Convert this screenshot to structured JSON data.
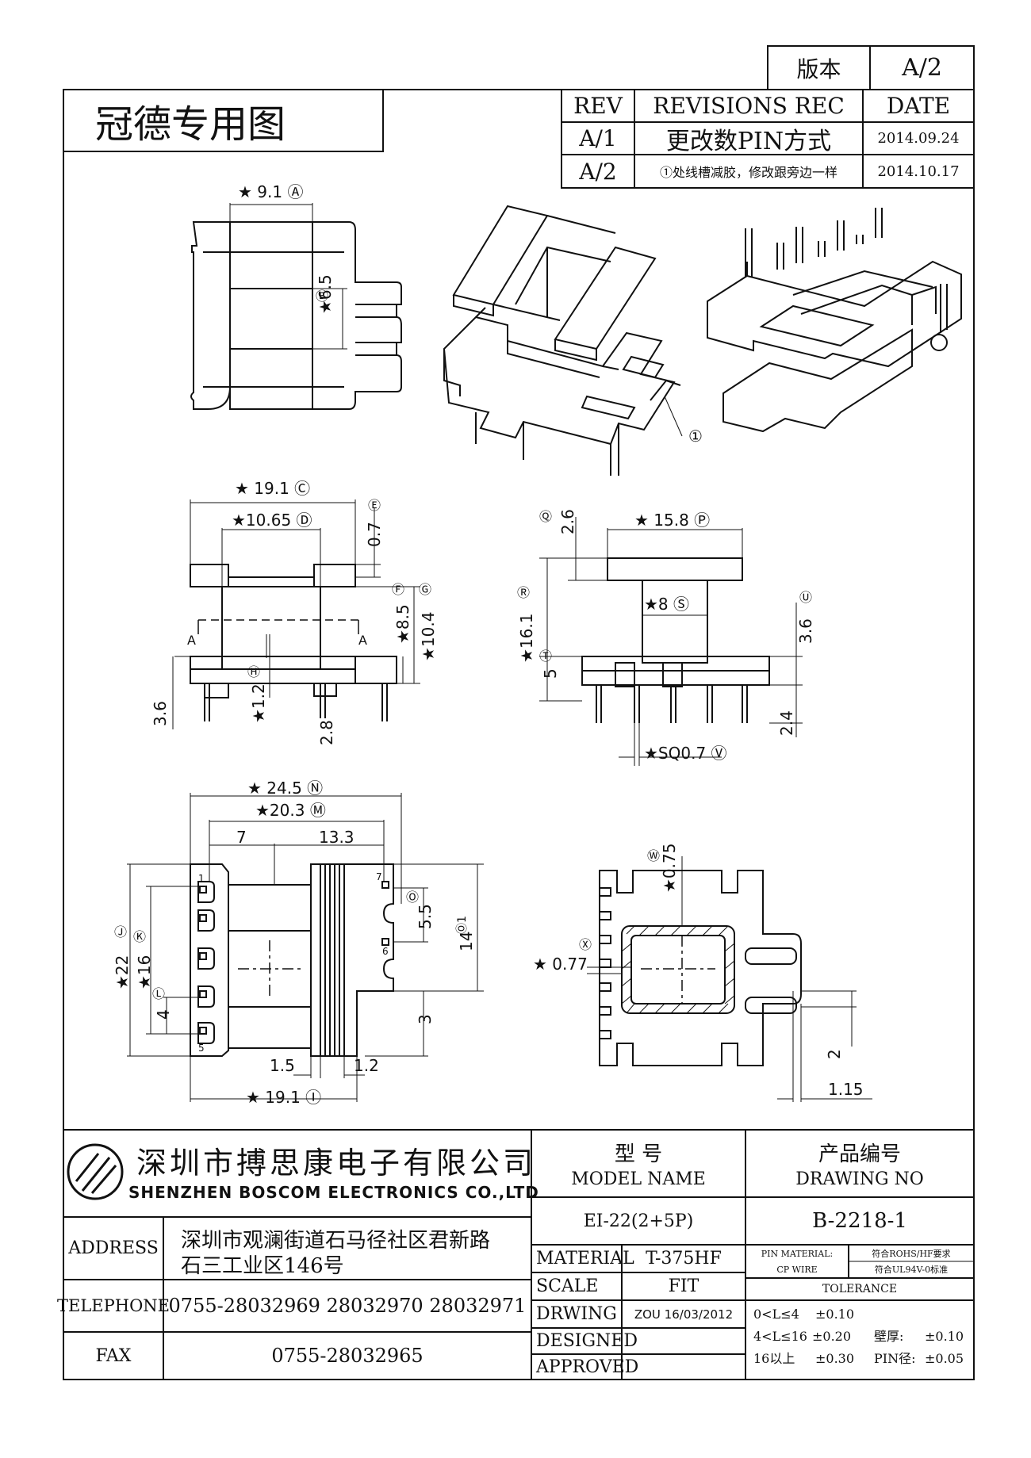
{
  "version_block": {
    "label": "版本",
    "value": "A/2"
  },
  "stamp": "冠德专用图",
  "revisions": {
    "headers": {
      "rev": "REV",
      "rec": "REVISIONS REC",
      "date": "DATE"
    },
    "rows": [
      {
        "rev": "A/1",
        "rec": "更改数PIN方式",
        "date": "2014.09.24"
      },
      {
        "rev": "A/2",
        "rec": "①处线槽减胶，修改跟旁边一样",
        "date": "2014.10.17"
      }
    ]
  },
  "dims": {
    "a": "★ 9.1 Ⓐ",
    "b": "Ⓑ",
    "b_val": "★6.5",
    "c": "★ 19.1 Ⓒ",
    "d": "★10.65 Ⓓ",
    "e": "Ⓔ",
    "e_val": "0.7",
    "f": "Ⓕ",
    "f_val": "★8.5",
    "g": "Ⓖ",
    "g_val": "★10.4",
    "h": "Ⓗ",
    "h_val": "★1.2",
    "left36": "3.6",
    "left28": "2.8",
    "section_a": "A",
    "q": "Ⓠ",
    "q_val": "2.6",
    "p": "★ 15.8 Ⓟ",
    "r": "Ⓡ",
    "r_val": "★16.1",
    "s": "★8 Ⓢ",
    "t": "Ⓣ",
    "t_val": "5",
    "u": "Ⓤ",
    "u_val": "3.6",
    "v24": "2.4",
    "v": "★SQ0.7 Ⓥ",
    "n": "★ 24.5 Ⓝ",
    "m": "★20.3 Ⓜ",
    "seven": "7",
    "thirteen3": "13.3",
    "j": "Ⓙ",
    "j_val": "★22",
    "k": "Ⓚ",
    "k_val": "★16",
    "l": "Ⓛ",
    "l_val": "4",
    "o": "Ⓞ",
    "o_val": "5.5",
    "o1": "Ⓞ1",
    "o1_val": "14",
    "three": "3",
    "one5": "1.5",
    "one2": "1.2",
    "i": "★ 19.1 Ⓘ",
    "pin1": "1",
    "pin5": "5",
    "pin6": "6",
    "pin7": "7",
    "w": "Ⓦ",
    "w_val": "★0.75",
    "x": "Ⓧ",
    "x_val": "★ 0.77",
    "two": "2",
    "one15": "1.15",
    "circle1": "①"
  },
  "company": {
    "cn": "深圳市搏思康电子有限公司",
    "en": "SHENZHEN BOSCOM ELECTRONICS CO.,LTD"
  },
  "model": {
    "label_cn": "型      号",
    "label_en": "MODEL NAME",
    "value": "EI-22(2+5P)"
  },
  "drawing_no": {
    "label_cn": "产品编号",
    "label_en": "DRAWING NO",
    "value": "B-2218-1"
  },
  "address": {
    "label": "ADDRESS",
    "line1": "深圳市观澜街道石马径社区君新路",
    "line2": "石三工业区146号"
  },
  "telephone": {
    "label": "TELEPHONE",
    "value": "0755-28032969 28032970 28032971"
  },
  "fax": {
    "label": "FAX",
    "value": "0755-28032965"
  },
  "material": {
    "label": "MATERIAL",
    "value": "T-375HF"
  },
  "scale": {
    "label": "SCALE",
    "value": "FIT"
  },
  "drwing": {
    "label": "DRWING",
    "value": "ZOU 16/03/2012"
  },
  "designed": {
    "label": "DESIGNED",
    "value": ""
  },
  "approved": {
    "label": "APPROVED",
    "value": ""
  },
  "pin_material": {
    "label1": "PIN MATERIAL:",
    "label2": "CP WIRE",
    "req1": "符合ROHS/HF要求",
    "req2": "符合UL94V-0标准"
  },
  "tolerance": {
    "title": "TOLERANCE",
    "rows": [
      {
        "range": "0<L≤4",
        "val": "±0.10",
        "extra_label": "",
        "extra_val": ""
      },
      {
        "range": "4<L≤16",
        "val": "±0.20",
        "extra_label": "壁厚:",
        "extra_val": "±0.10"
      },
      {
        "range": "16以上",
        "val": "±0.30",
        "extra_label": "PIN径:",
        "extra_val": "±0.05"
      }
    ]
  }
}
